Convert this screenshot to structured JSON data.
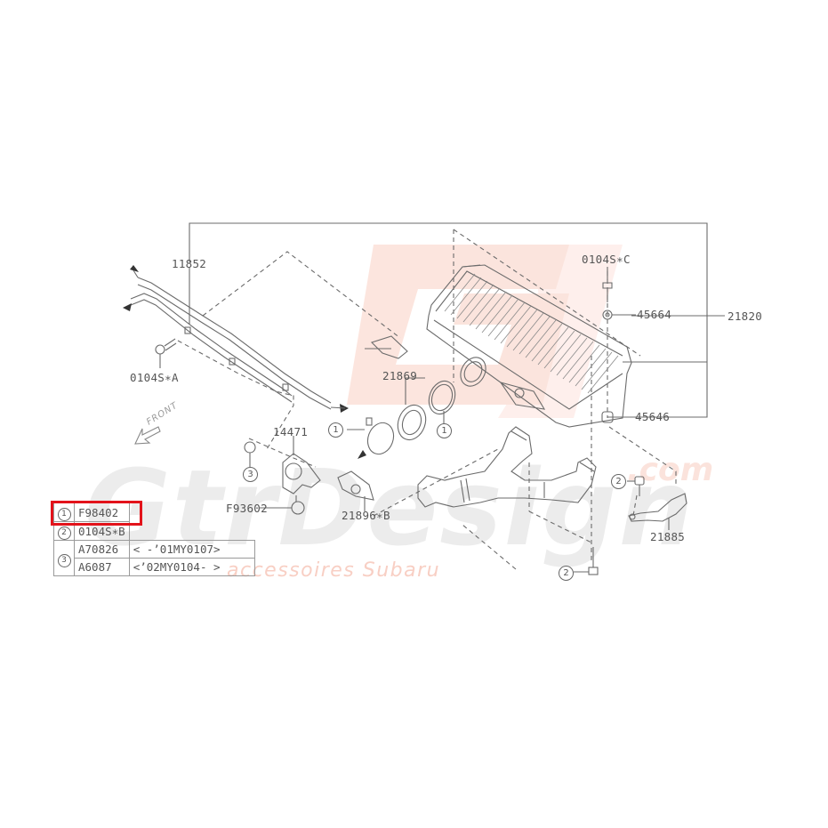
{
  "diagram": {
    "type": "exploded-parts-diagram",
    "subject": "intercooler assembly",
    "watermark": {
      "logo_text": "GtD",
      "brand": "GtrDesign",
      "domain_suffix": ".com",
      "tagline": "accessoires Subaru",
      "colors": {
        "logo": "#f9d5cc",
        "brand": "#e9e9e9",
        "tagline": "#f7c9bd"
      }
    },
    "direction_indicator": {
      "label": "FRONT"
    },
    "part_labels": [
      {
        "id": "11852",
        "text": "11852"
      },
      {
        "id": "0104S*A",
        "text": "0104S∗A"
      },
      {
        "id": "0104S*C",
        "text": "0104S∗C"
      },
      {
        "id": "45664",
        "text": "45664"
      },
      {
        "id": "21820",
        "text": "21820"
      },
      {
        "id": "45646",
        "text": "45646"
      },
      {
        "id": "21869",
        "text": "21869"
      },
      {
        "id": "14471",
        "text": "14471"
      },
      {
        "id": "F93602",
        "text": "F93602"
      },
      {
        "id": "21896*B",
        "text": "21896∗B"
      },
      {
        "id": "21885",
        "text": "21885"
      }
    ],
    "callouts": [
      {
        "ref": "1",
        "glyph": "1"
      },
      {
        "ref": "1",
        "glyph": "1"
      },
      {
        "ref": "3",
        "glyph": "3"
      },
      {
        "ref": "2",
        "glyph": "2"
      },
      {
        "ref": "2",
        "glyph": "2"
      }
    ],
    "legend": {
      "rows": [
        {
          "ref": "1",
          "part": "F98402",
          "note": "",
          "highlighted": true
        },
        {
          "ref": "2",
          "part": "0104S∗B",
          "note": ""
        },
        {
          "ref": "3",
          "part": "A70826",
          "note": "<    -’01MY0107>"
        },
        {
          "ref": "3",
          "part": "A6087",
          "note": "<’02MY0104-    >"
        }
      ]
    },
    "highlight": {
      "target": "F98402",
      "color": "#e3131b"
    },
    "line_color": "#6b6b6b"
  }
}
